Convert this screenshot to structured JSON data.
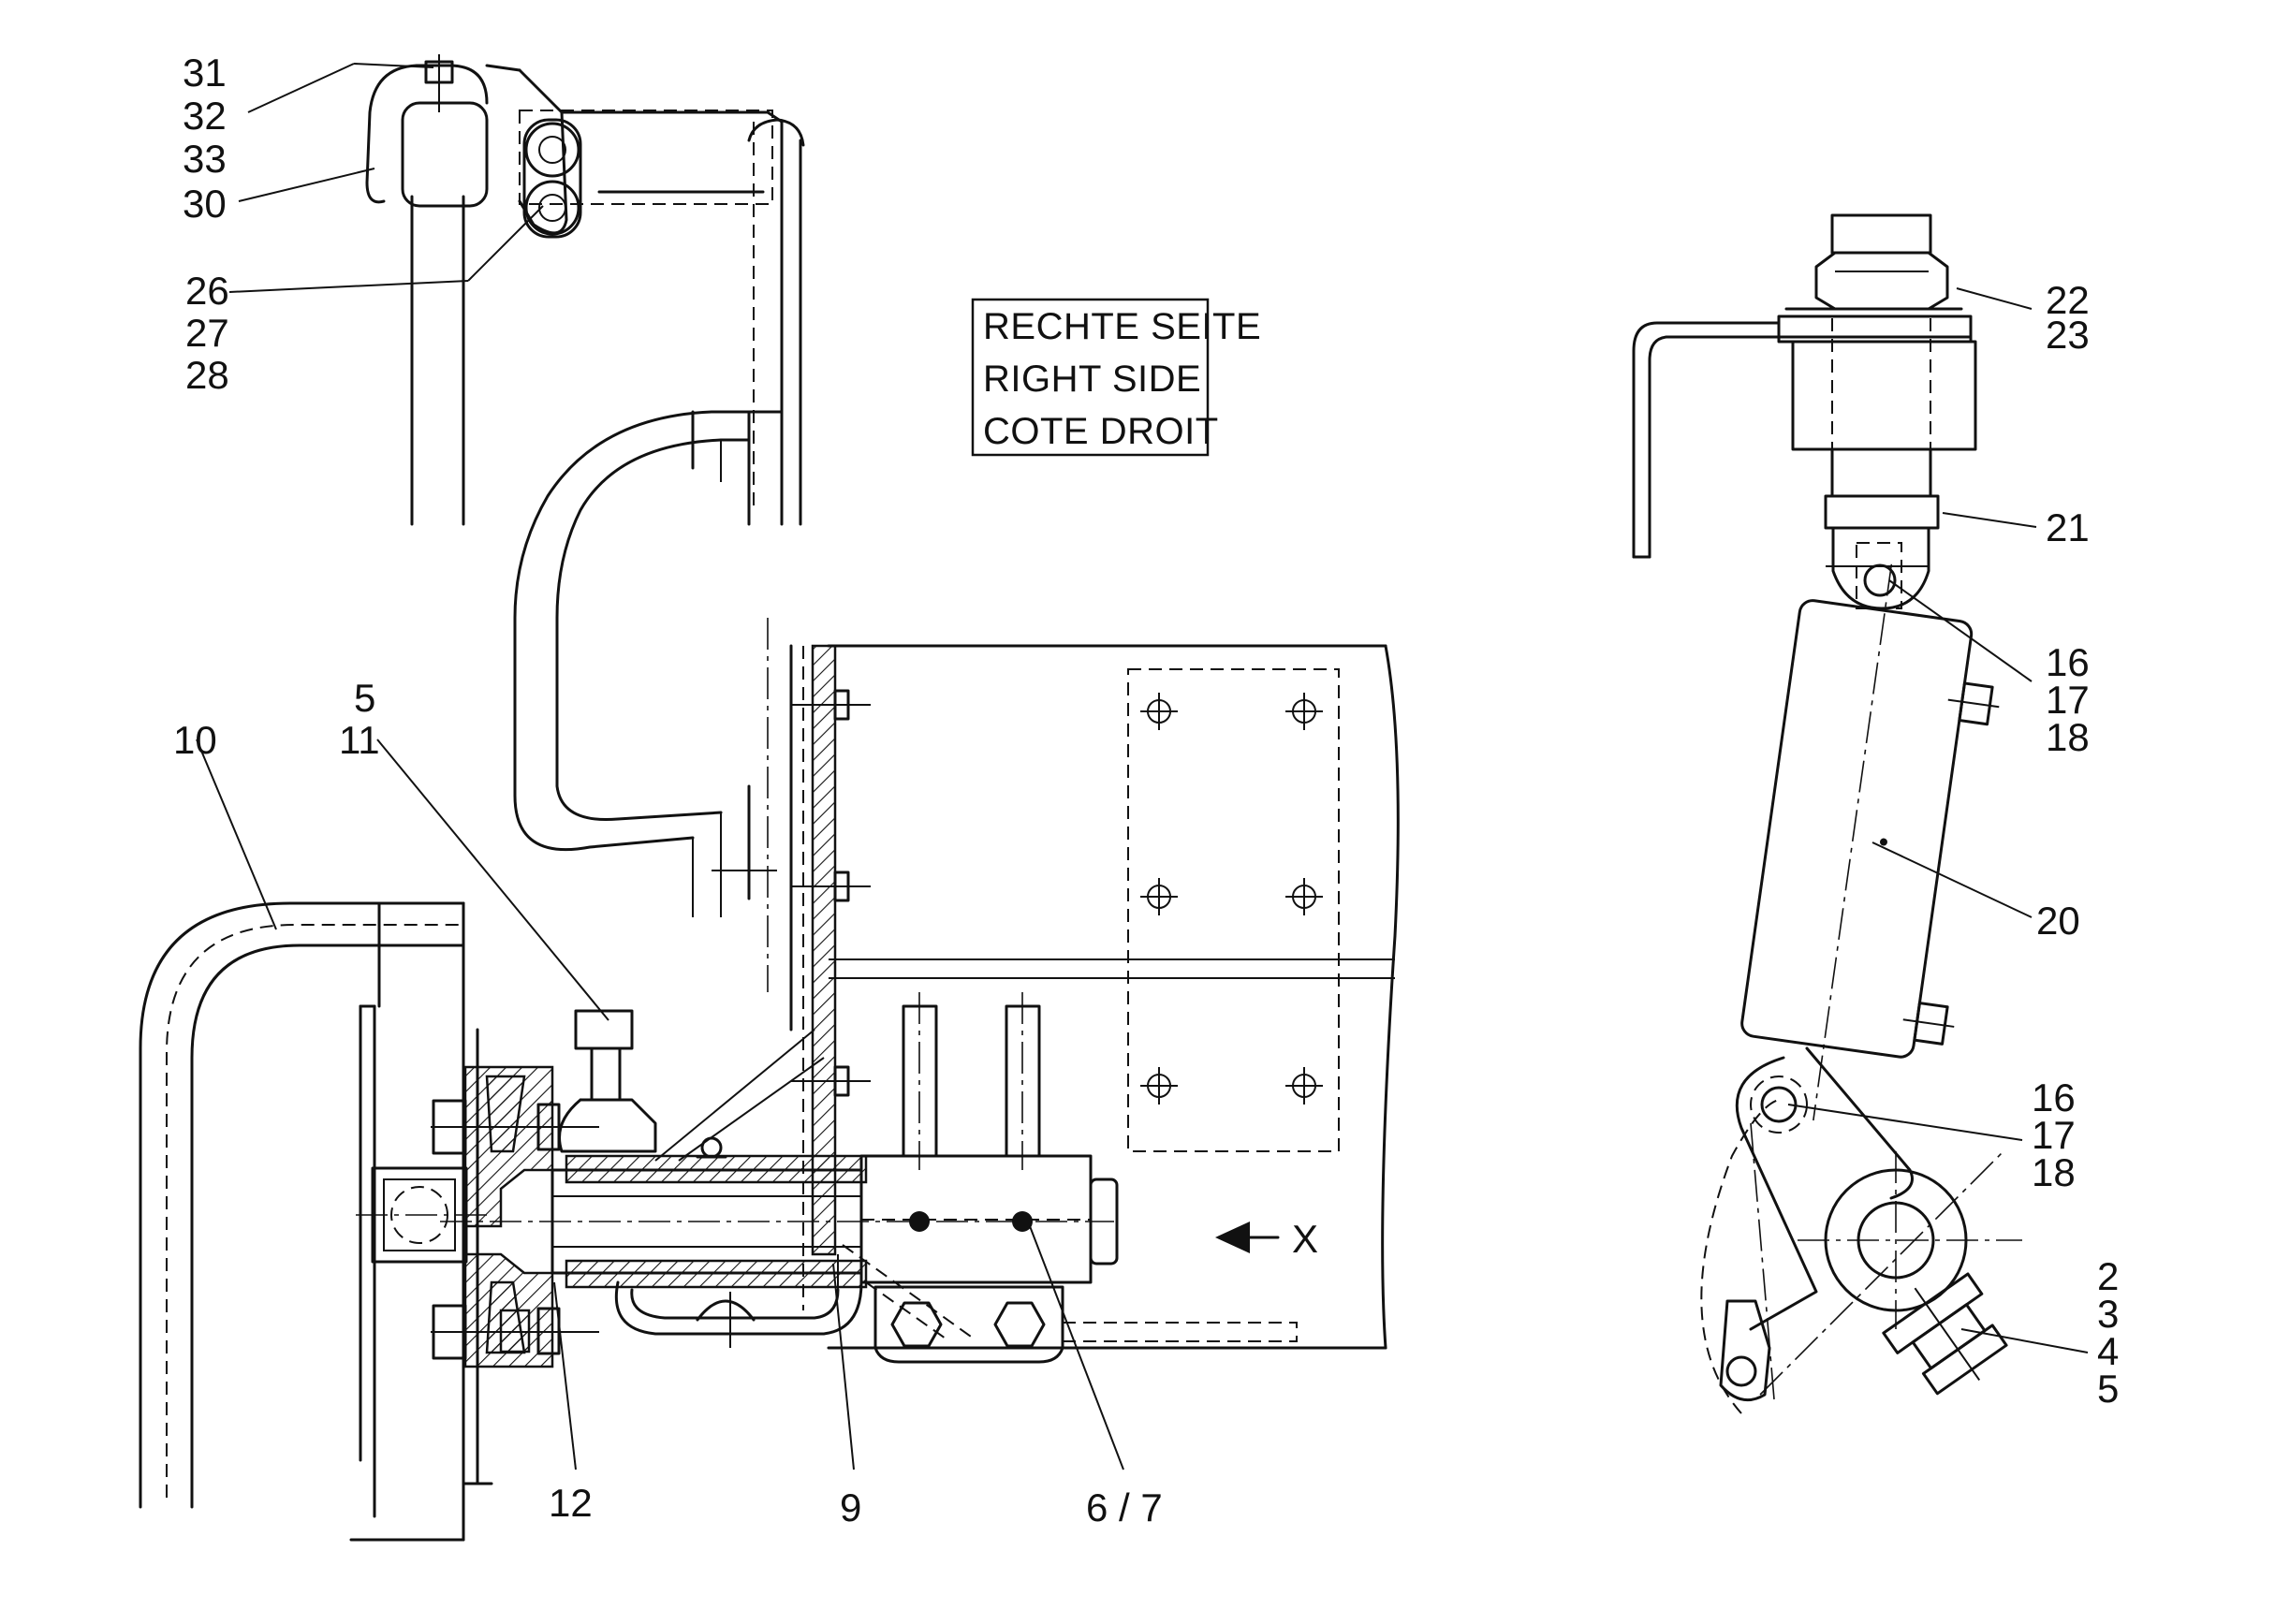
{
  "side_label": {
    "line1": "RECHTE SEITE",
    "line2": "RIGHT SIDE",
    "line3": "COTE DROIT"
  },
  "view_marker": "X",
  "callouts": {
    "c31": "31",
    "c32": "32",
    "c33": "33",
    "c30": "30",
    "c26": "26",
    "c27": "27",
    "c28": "28",
    "c5a": "5",
    "c11": "11",
    "c10": "10",
    "c12": "12",
    "c9": "9",
    "c67": "6 / 7",
    "c22": "22",
    "c23": "23",
    "c21": "21",
    "c16a": "16",
    "c17a": "17",
    "c18a": "18",
    "c20": "20",
    "c16b": "16",
    "c17b": "17",
    "c18b": "18",
    "c2": "2",
    "c3": "3",
    "c4": "4",
    "c5b": "5"
  }
}
